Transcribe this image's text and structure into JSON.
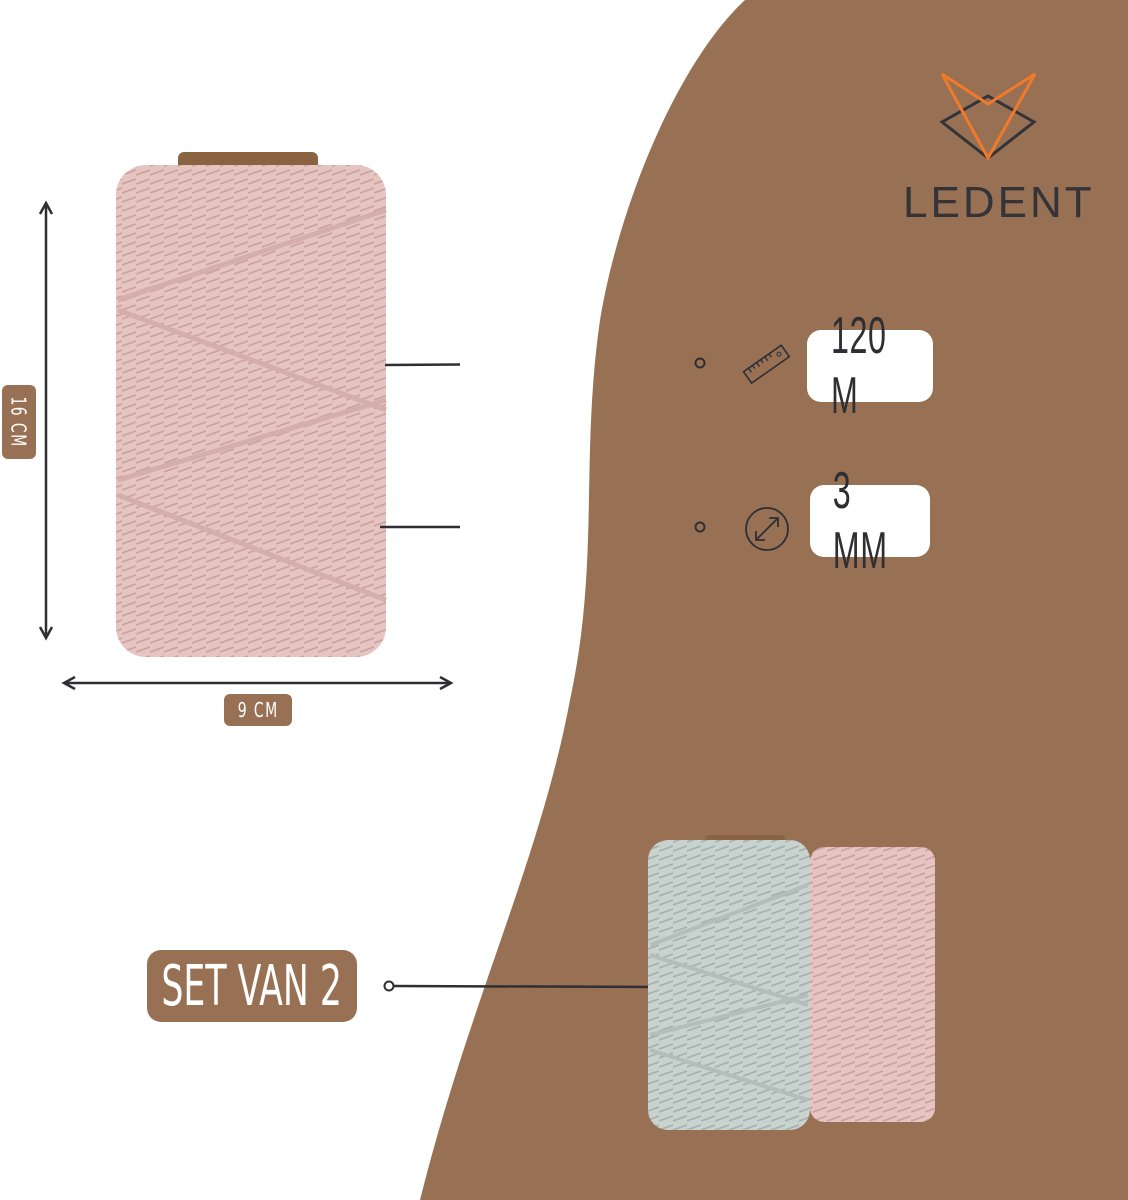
{
  "brand": {
    "name": "LEDENT",
    "accent": "#f07a2a",
    "background": "#987154"
  },
  "dimensions": {
    "height": "16 CM",
    "width": "9 CM"
  },
  "specs": [
    {
      "icon": "ruler-icon",
      "label": "120 M"
    },
    {
      "icon": "diameter-icon",
      "label": "3 MM"
    }
  ],
  "set_label": "SET VAN 2",
  "spool_colors": {
    "pink": "#e8c8c4",
    "grey": "#c9d3d0"
  }
}
